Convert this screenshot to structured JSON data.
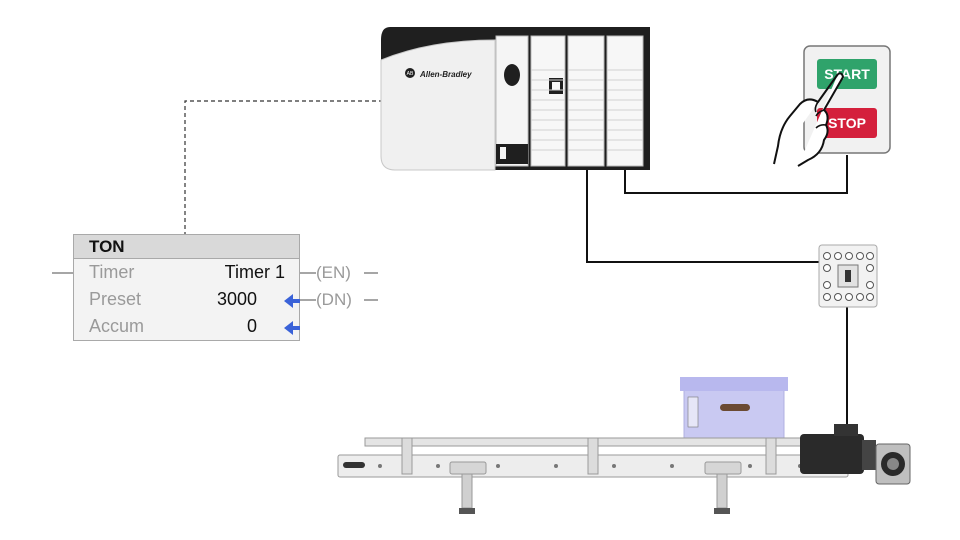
{
  "plc": {
    "brand": "Allen-Bradley",
    "brand_mark": "AB"
  },
  "ton": {
    "title": "TON",
    "rows": [
      {
        "label": "Timer",
        "value": "Timer 1"
      },
      {
        "label": "Preset",
        "value": "3000"
      },
      {
        "label": "Accum",
        "value": "0"
      }
    ],
    "outputs": [
      "EN",
      "DN"
    ]
  },
  "panel": {
    "start_label": "START",
    "stop_label": "STOP"
  },
  "colors": {
    "start": "#2fa36b",
    "stop": "#d4203c",
    "arrow": "#3a62d8",
    "box": "#c9c9f2",
    "wire": "#111111"
  }
}
